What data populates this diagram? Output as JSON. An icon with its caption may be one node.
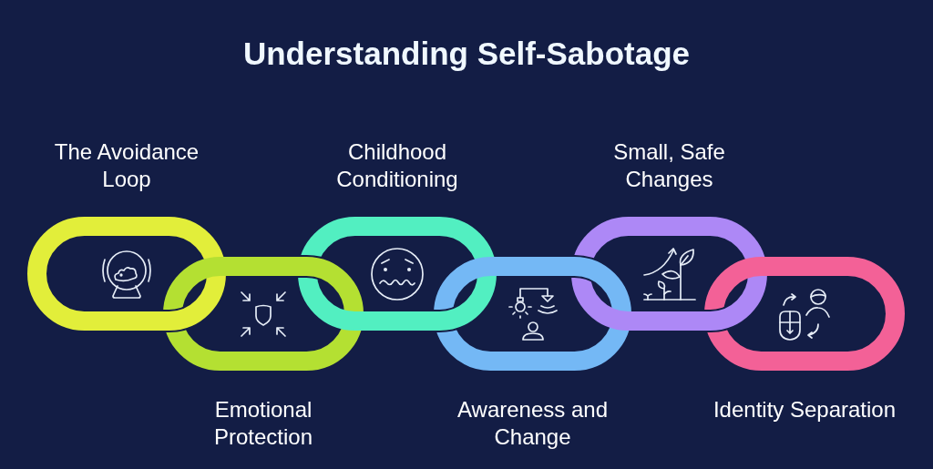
{
  "diagram": {
    "title": "Understanding Self-Sabotage",
    "nodes": [
      {
        "text": [
          "The Avoidance Loop"
        ]
      },
      {
        "text": [
          "Emotional Protection"
        ]
      },
      {
        "text": [
          "Childhood Conditioning"
        ]
      },
      {
        "text": [
          "Awareness and Change"
        ]
      },
      {
        "text": [
          "Small, Safe Changes"
        ]
      },
      {
        "text": [
          "Identity Separation"
        ]
      }
    ]
  }
}
